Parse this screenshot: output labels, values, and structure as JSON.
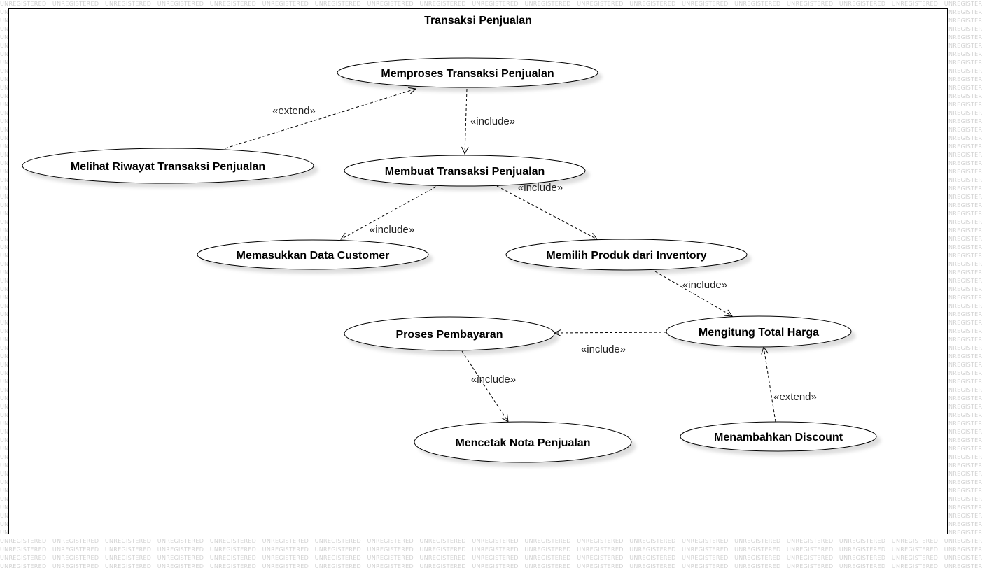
{
  "watermark": {
    "text": "UNREGISTERED"
  },
  "diagram": {
    "title": "Transaksi Penjualan",
    "use_cases": [
      {
        "id": "memproses",
        "label": "Memproses Transaksi Penjualan"
      },
      {
        "id": "melihat",
        "label": "Melihat Riwayat Transaksi Penjualan"
      },
      {
        "id": "membuat",
        "label": "Membuat Transaksi Penjualan"
      },
      {
        "id": "memasukkan",
        "label": "Memasukkan Data Customer"
      },
      {
        "id": "memilih",
        "label": "Memilih Produk dari Inventory"
      },
      {
        "id": "proses",
        "label": "Proses Pembayaran"
      },
      {
        "id": "mengitung",
        "label": "Mengitung Total Harga"
      },
      {
        "id": "mencetak",
        "label": "Mencetak Nota Penjualan"
      },
      {
        "id": "menambahkan",
        "label": "Menambahkan Discount"
      }
    ],
    "relationships": [
      {
        "type": "extend",
        "label": "«extend»",
        "from": "melihat",
        "to": "memproses"
      },
      {
        "type": "include",
        "label": "«include»",
        "from": "memproses",
        "to": "membuat"
      },
      {
        "type": "include",
        "label": "«include»",
        "from": "membuat",
        "to": "memasukkan"
      },
      {
        "type": "include",
        "label": "«include»",
        "from": "membuat",
        "to": "memilih"
      },
      {
        "type": "include",
        "label": "«include»",
        "from": "memilih",
        "to": "mengitung"
      },
      {
        "type": "include",
        "label": "«include»",
        "from": "mengitung",
        "to": "proses"
      },
      {
        "type": "include",
        "label": "«include»",
        "from": "proses",
        "to": "mencetak"
      },
      {
        "type": "extend",
        "label": "«extend»",
        "from": "menambahkan",
        "to": "mengitung"
      }
    ]
  }
}
